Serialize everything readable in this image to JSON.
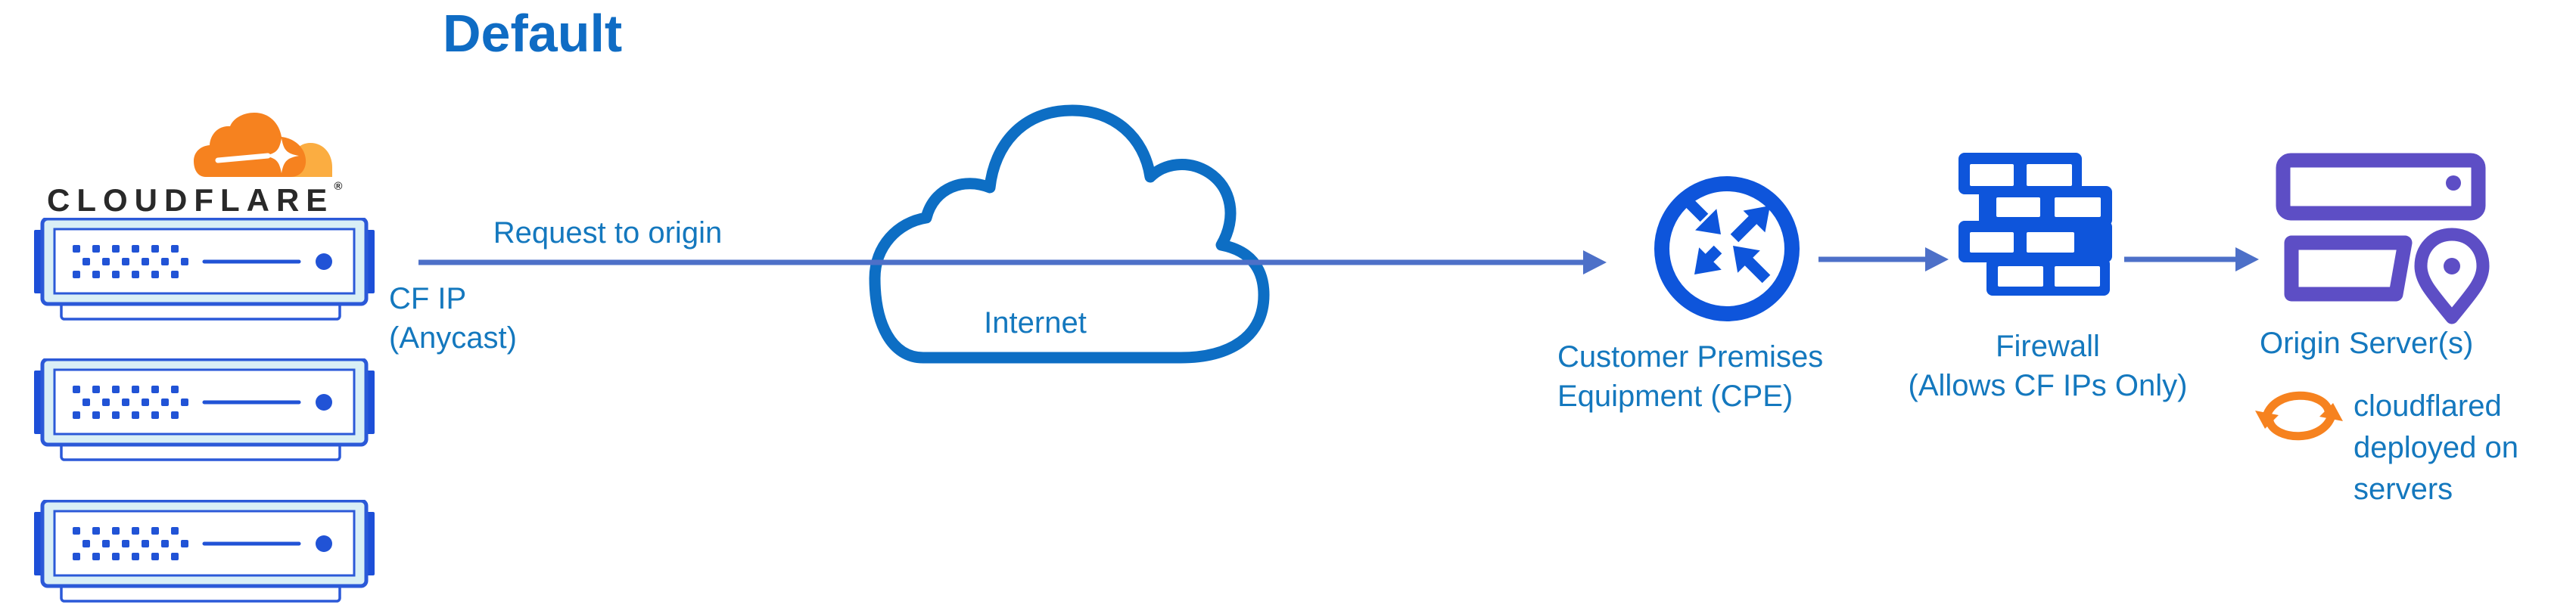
{
  "title": "Default",
  "logo": {
    "wordmark": "CLOUDFLARE",
    "registered": "®"
  },
  "edge_servers": {
    "count": 3,
    "icon": "server-icon"
  },
  "flow": {
    "request_label": "Request to origin",
    "source_label_line1": "CF IP",
    "source_label_line2": "(Anycast)"
  },
  "internet": {
    "label": "Internet"
  },
  "cpe": {
    "label_line1": "Customer Premises",
    "label_line2": "Equipment (CPE)"
  },
  "firewall": {
    "label_line1": "Firewall",
    "label_line2": "(Allows CF IPs Only)"
  },
  "origin": {
    "label": "Origin Server(s)",
    "note_line1": "cloudflared",
    "note_line2": "deployed on",
    "note_line3": "servers"
  },
  "colors": {
    "title_blue": "#0F6CC4",
    "label_blue": "#1478BE",
    "connector_slate_blue": "#4D70C8",
    "internet_cloud_blue": "#0D6EC4",
    "device_icon_blue": "#0E55DB",
    "server_border_blue": "#2B59D8",
    "server_accent_blue": "#2153D6",
    "server_side_tab_blue": "#1D4FD8",
    "server_fill_light": "#D9EFF6",
    "origin_purple": "#5D4EC5",
    "cloudflare_orange": "#F6821F",
    "cloudflare_orange_light": "#FBAD41",
    "wordmark_dark": "#292929"
  },
  "icons": [
    "cloudflare-logo-cloud-icon",
    "server-icon",
    "internet-cloud-icon",
    "router-cpe-icon",
    "firewall-icon",
    "origin-servers-icon",
    "location-pin-icon",
    "sync-arrows-icon",
    "arrow-right-icon"
  ]
}
